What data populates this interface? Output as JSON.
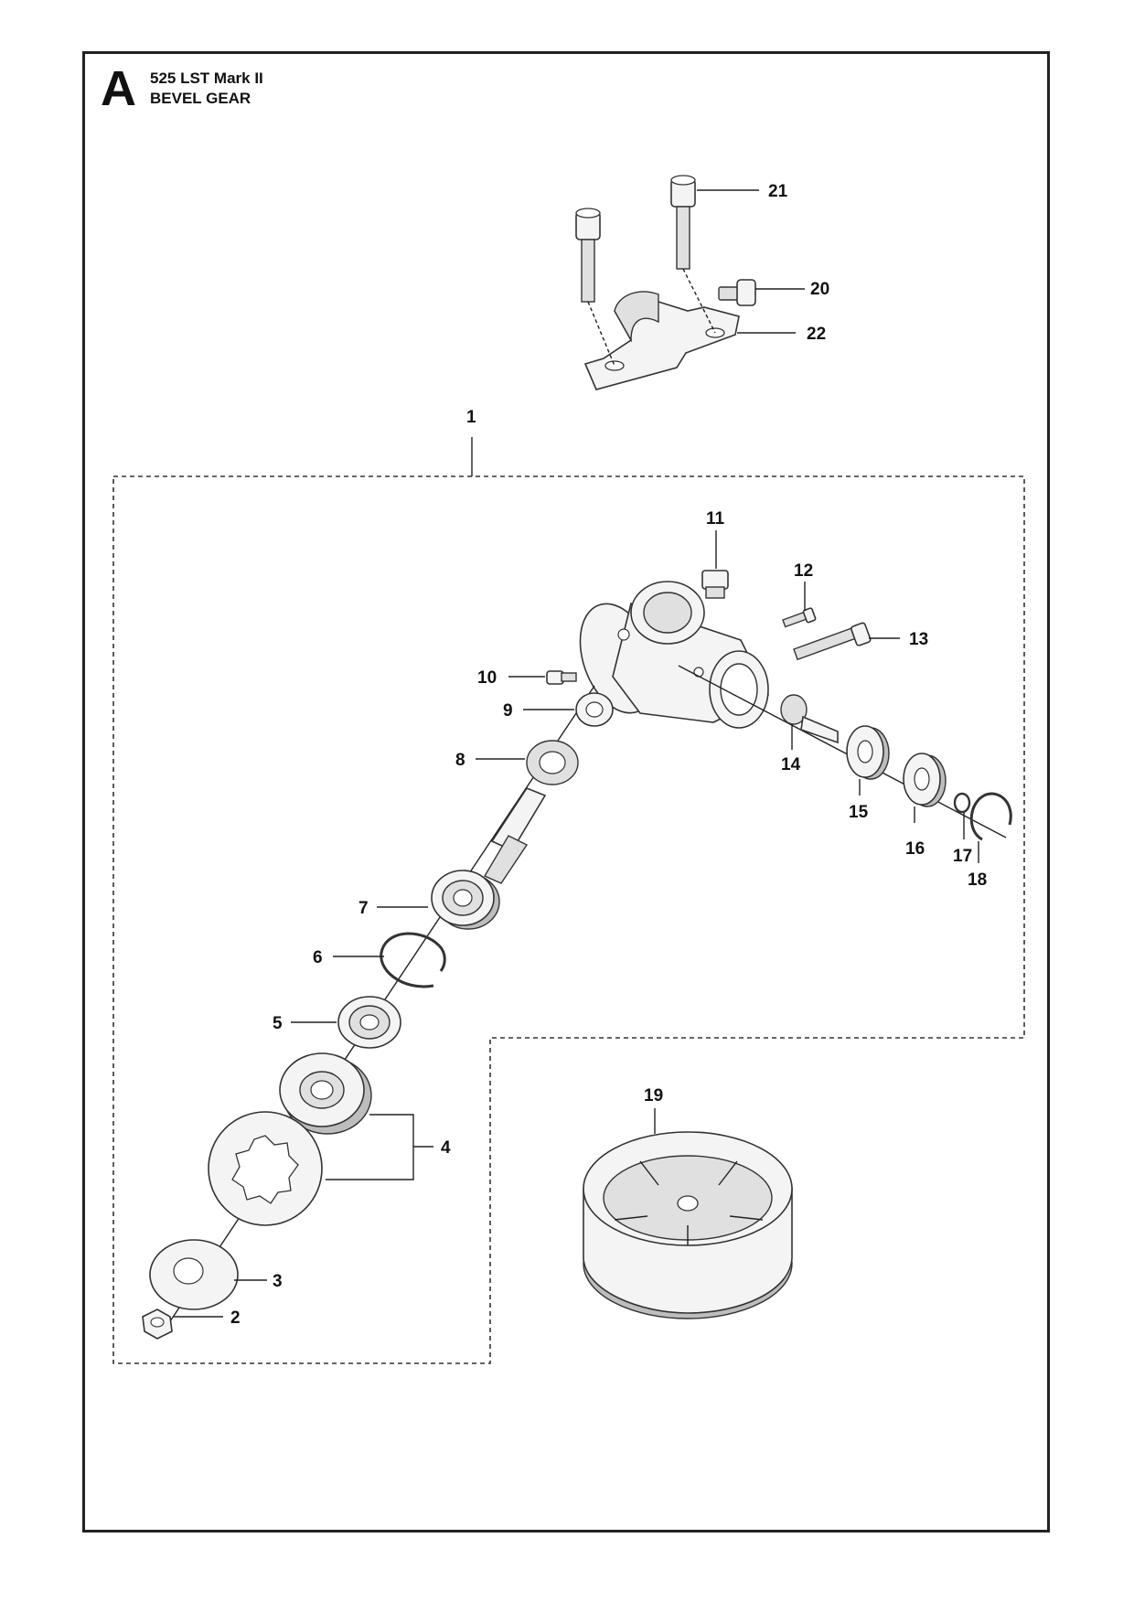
{
  "header": {
    "section_letter": "A",
    "model": "525 LST Mark II",
    "section_title": "BEVEL GEAR"
  },
  "callouts": {
    "p1": "1",
    "p2": "2",
    "p3": "3",
    "p4": "4",
    "p5": "5",
    "p6": "6",
    "p7": "7",
    "p8": "8",
    "p9": "9",
    "p10": "10",
    "p11": "11",
    "p12": "12",
    "p13": "13",
    "p14": "14",
    "p15": "15",
    "p16": "16",
    "p17": "17",
    "p18": "18",
    "p19": "19",
    "p20": "20",
    "p21": "21",
    "p22": "22"
  }
}
